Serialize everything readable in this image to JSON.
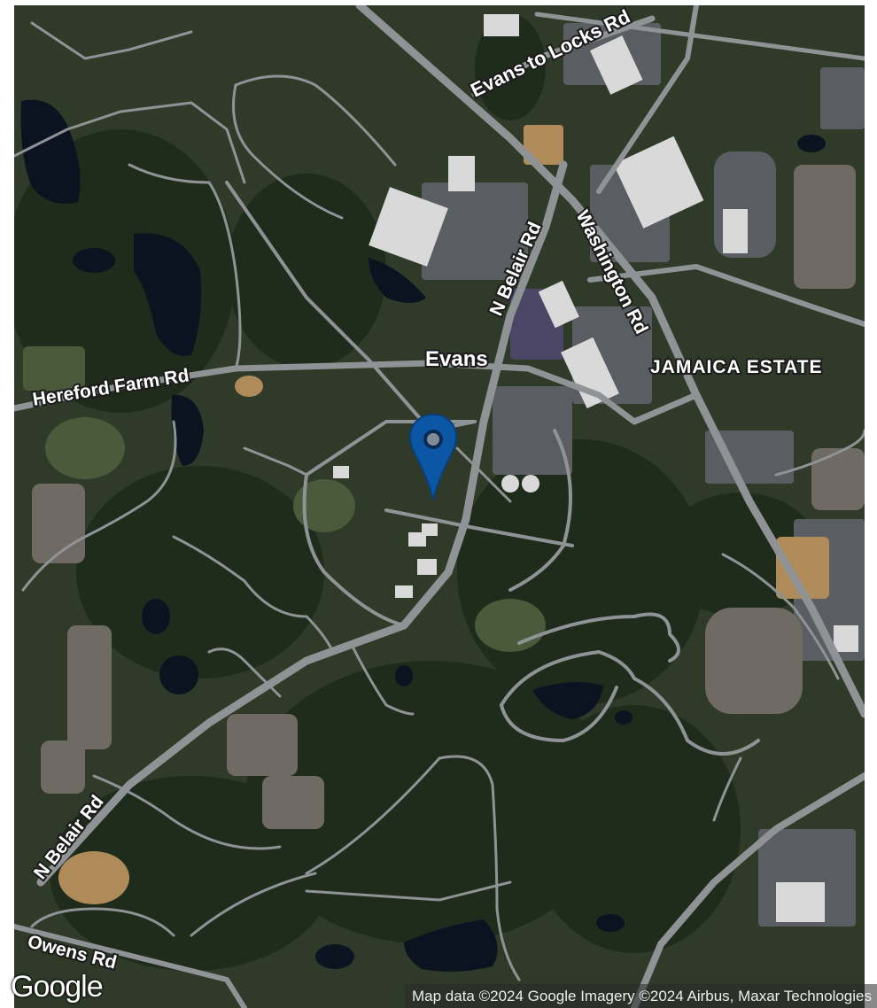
{
  "map": {
    "type": "satellite",
    "colors": {
      "land": "#2f3b28",
      "forest": "#1f2b1b",
      "water": "#0b1220",
      "road": "#8f9396",
      "building": "#d9d9d9",
      "pin": "#0b57a6"
    }
  },
  "labels": {
    "evans_to_locks": "Evans to Locks Rd",
    "n_belair_top": "N Belair Rd",
    "washington": "Washington Rd",
    "evans": "Evans",
    "jamaica": "JAMAICA ESTATE",
    "hereford": "Hereford Farm Rd",
    "n_belair_bottom": "N Belair Rd",
    "owens": "Owens Rd"
  },
  "marker": {
    "icon": "location-pin-icon"
  },
  "footer": {
    "logo": "Google",
    "attribution": "Map data ©2024 Google Imagery ©2024 Airbus, Maxar Technologies"
  }
}
